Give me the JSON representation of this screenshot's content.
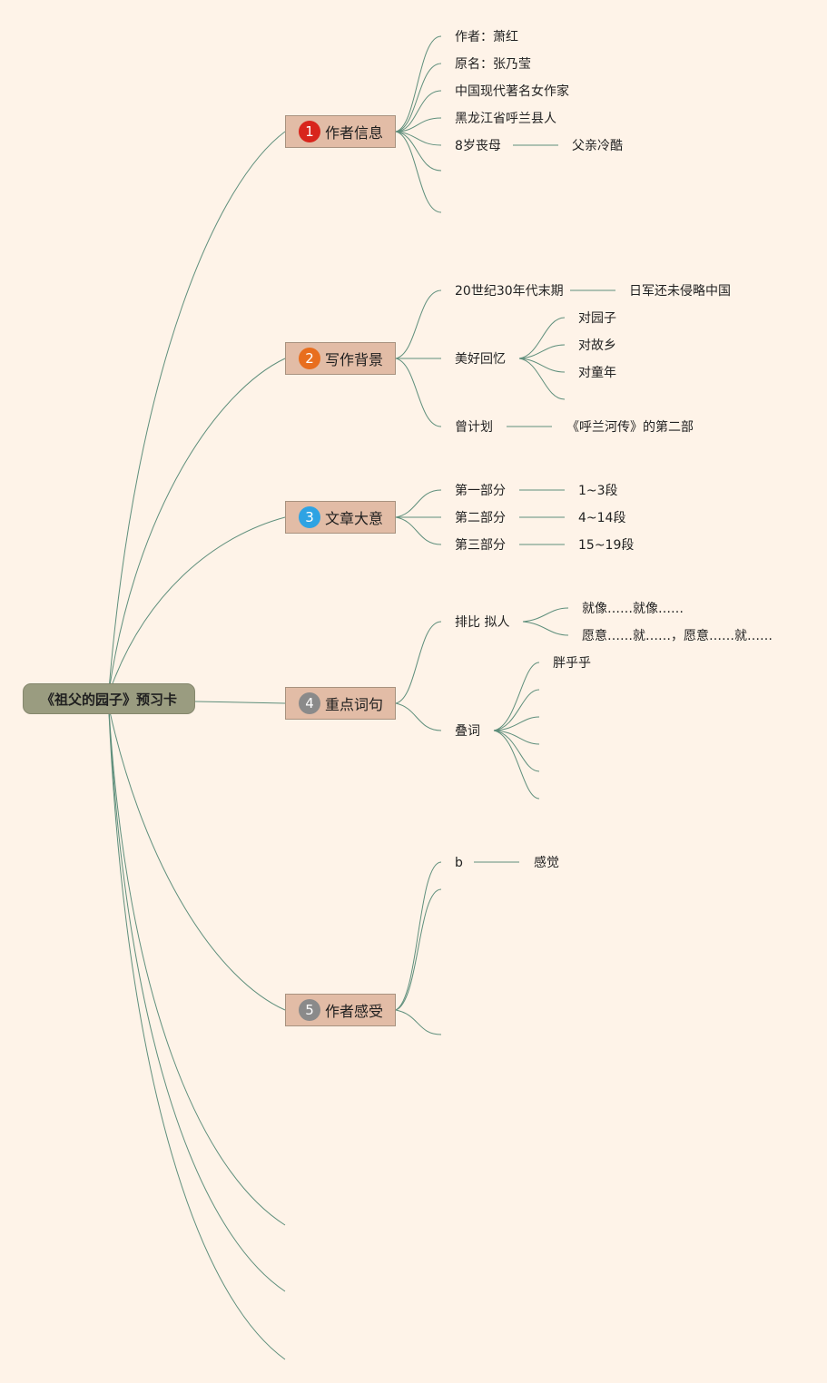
{
  "root": "《祖父的园子》预习卡",
  "branches": [
    {
      "num": "1",
      "label": "作者信息"
    },
    {
      "num": "2",
      "label": "写作背景"
    },
    {
      "num": "3",
      "label": "文章大意"
    },
    {
      "num": "4",
      "label": "重点词句"
    },
    {
      "num": "5",
      "label": "作者感受"
    }
  ],
  "author": {
    "items": [
      "作者：萧红",
      "原名：张乃莹",
      "中国现代著名女作家",
      "黑龙江省呼兰县人",
      "8岁丧母"
    ],
    "father": "父亲冷酷"
  },
  "background": {
    "era": "20世纪30年代末期",
    "era_note": "日军还未侵略中国",
    "memory": "美好回忆",
    "memory_items": [
      "对园子",
      "对故乡",
      "对童年"
    ],
    "plan": "曾计划",
    "plan_note": "《呼兰河传》的第二部"
  },
  "summary": {
    "parts": [
      "第一部分",
      "第二部分",
      "第三部分"
    ],
    "ranges": [
      "1~3段",
      "4~14段",
      "15~19段"
    ]
  },
  "phrases": {
    "rhetoric": "排比 拟人",
    "rhetoric_items": [
      "就像……就像……",
      "愿意……就……，愿意……就……"
    ],
    "reduplication": "叠词",
    "reduplication_first": "胖乎乎"
  },
  "feeling": {
    "key": "b",
    "value": "感觉"
  }
}
